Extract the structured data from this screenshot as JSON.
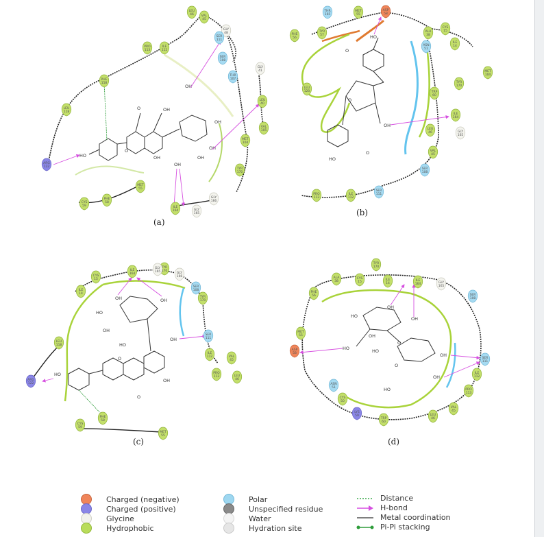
{
  "colors": {
    "negative": "#f0855a",
    "positive": "#8a86e6",
    "glycine": "#f2f2ec",
    "hydrophobic": "#b9dc5a",
    "polar": "#9ed7f0",
    "unspecified": "#8a8a8a",
    "hydration": "#e6e6e6",
    "hbond": "#d64fe0",
    "pipi": "#2e9c3a",
    "pocket_green": "#9ac42e",
    "pocket_blue": "#63c4ee",
    "pocket_orange": "#e07a30"
  },
  "panels": [
    {
      "id": "a",
      "label": "(a)",
      "residues": [
        {
          "n": "LEU\n46",
          "t": "h"
        },
        {
          "n": "VAL\n45",
          "t": "h"
        },
        {
          "n": "GLY\n48",
          "t": "g"
        },
        {
          "n": "SER\n111",
          "t": "p"
        },
        {
          "n": "ILE\n112",
          "t": "h"
        },
        {
          "n": "PRO\n113",
          "t": "h"
        },
        {
          "n": "SER\n108",
          "t": "p"
        },
        {
          "n": "THR\n107",
          "t": "p"
        },
        {
          "n": "GLY\n41",
          "t": "g"
        },
        {
          "n": "LEU\n40",
          "t": "h"
        },
        {
          "n": "PHE\n158",
          "t": "h"
        },
        {
          "n": "LEU\n118",
          "t": "h"
        },
        {
          "n": "VAL\n105",
          "t": "h"
        },
        {
          "n": "MET\n104",
          "t": "h"
        },
        {
          "n": "TYR\n170",
          "t": "h"
        },
        {
          "n": "ARG\n122",
          "t": "c"
        },
        {
          "n": "MET\n55",
          "t": "h"
        },
        {
          "n": "CYS\n59",
          "t": "h"
        },
        {
          "n": "PHE\n58",
          "t": "h"
        },
        {
          "n": "ILE\n164",
          "t": "h"
        },
        {
          "n": "GLY\n165",
          "t": "g"
        },
        {
          "n": "GLY\n166",
          "t": "g"
        }
      ],
      "atoms": [
        "O",
        "OH",
        "OH",
        "OH",
        "OH",
        "OH",
        "HO",
        "OH",
        "O",
        "OH"
      ]
    },
    {
      "id": "b",
      "label": "(b)",
      "residues": [
        {
          "n": "THR\n165",
          "t": "p"
        },
        {
          "n": "MET\n55",
          "t": "h"
        },
        {
          "n": "ASP\n58",
          "t": "n"
        },
        {
          "n": "PHE\n56",
          "t": "h"
        },
        {
          "n": "TYR\n57",
          "t": "h"
        },
        {
          "n": "ALA\n38",
          "t": "h"
        },
        {
          "n": "CYS\n15",
          "t": "h"
        },
        {
          "n": "ILE\n14",
          "t": "h"
        },
        {
          "n": "ASN\n51",
          "t": "p"
        },
        {
          "n": "MET\n104",
          "t": "h"
        },
        {
          "n": "TYR\n170",
          "t": "h"
        },
        {
          "n": "LEU\n120",
          "t": "h"
        },
        {
          "n": "TRP\n60",
          "t": "h"
        },
        {
          "n": "ILE\n164",
          "t": "h"
        },
        {
          "n": "LEU\n46",
          "t": "h"
        },
        {
          "n": "GLY\n165",
          "t": "g"
        },
        {
          "n": "VAL\n45",
          "t": "h"
        },
        {
          "n": "SER\n108",
          "t": "p"
        },
        {
          "n": "SER\n111",
          "t": "p"
        },
        {
          "n": "ILE\n112",
          "t": "h"
        },
        {
          "n": "PRO\n113",
          "t": "h"
        }
      ],
      "atoms": [
        "HO",
        "O",
        "O",
        "OH",
        "HO",
        "O"
      ]
    },
    {
      "id": "c",
      "label": "(c)",
      "residues": [
        {
          "n": "TYR\n170",
          "t": "h"
        },
        {
          "n": "CYS\n15",
          "t": "h"
        },
        {
          "n": "ILE\n164",
          "t": "h"
        },
        {
          "n": "GLY\n165",
          "t": "g"
        },
        {
          "n": "GLY\n166",
          "t": "g"
        },
        {
          "n": "ILE\n14",
          "t": "h"
        },
        {
          "n": "SER\n108",
          "t": "p"
        },
        {
          "n": "TYR\n170",
          "t": "h"
        },
        {
          "n": "SER\n111",
          "t": "p"
        },
        {
          "n": "LEU\n118",
          "t": "h"
        },
        {
          "n": "ILE\n112",
          "t": "h"
        },
        {
          "n": "VAL\n45",
          "t": "h"
        },
        {
          "n": "PRO\n113",
          "t": "h"
        },
        {
          "n": "LEU\n46",
          "t": "h"
        },
        {
          "n": "ARG\n122",
          "t": "c"
        },
        {
          "n": "CYS\n59",
          "t": "h"
        },
        {
          "n": "PHE\n58",
          "t": "h"
        },
        {
          "n": "MET\n55",
          "t": "h"
        }
      ],
      "atoms": [
        "OH",
        "OH",
        "HO",
        "OH",
        "HO",
        "OH",
        "HO",
        "O",
        "O",
        "OH"
      ]
    },
    {
      "id": "d",
      "label": "(d)",
      "residues": [
        {
          "n": "TYR\n170",
          "t": "h"
        },
        {
          "n": "ALA\n38",
          "t": "h"
        },
        {
          "n": "CYS\n15",
          "t": "h"
        },
        {
          "n": "ILE\n14",
          "t": "h"
        },
        {
          "n": "ILE\n164",
          "t": "h"
        },
        {
          "n": "GLY\n165",
          "t": "g"
        },
        {
          "n": "PHE\n56",
          "t": "h"
        },
        {
          "n": "SER\n108",
          "t": "p"
        },
        {
          "n": "MET\n55",
          "t": "h"
        },
        {
          "n": "ASP\n58",
          "t": "n"
        },
        {
          "n": "SER\n111",
          "t": "p"
        },
        {
          "n": "ILE\n112",
          "t": "h"
        },
        {
          "n": "PRO\n113",
          "t": "h"
        },
        {
          "n": "ASN\n51",
          "t": "p"
        },
        {
          "n": "CYS\n50",
          "t": "h"
        },
        {
          "n": "VAL\n45",
          "t": "h"
        },
        {
          "n": "LYS\n59",
          "t": "c"
        },
        {
          "n": "TRP\n60",
          "t": "h"
        },
        {
          "n": "LEU\n46",
          "t": "h"
        }
      ],
      "atoms": [
        "OH",
        "OH",
        "HO",
        "OH",
        "HO",
        "HO",
        "OH",
        "OH",
        "O",
        "O",
        "HO"
      ]
    }
  ],
  "legend": {
    "col1": [
      "Charged (negative)",
      "Charged (positive)",
      "Glycine",
      "Hydrophobic"
    ],
    "col2": [
      "Polar",
      "Unspecified residue",
      "Water",
      "Hydration site"
    ],
    "col3": [
      "Distance",
      "H-bond",
      "Metal coordination",
      "Pi-Pi stacking"
    ]
  }
}
